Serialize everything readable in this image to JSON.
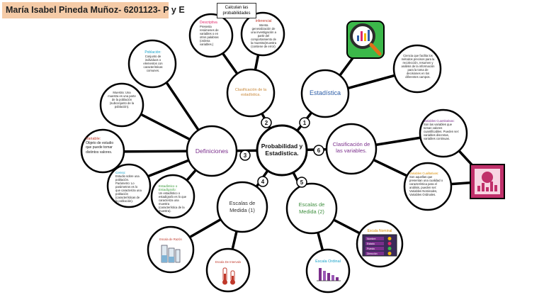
{
  "header": {
    "title": "María Isabel Pineda Muñoz- 6201123- P y E"
  },
  "top_box": {
    "text": "Calculan las probabilidades"
  },
  "center": {
    "title": "Probabilidad y Estadística."
  },
  "branches": {
    "estadistica": {
      "label": "Estadística",
      "num": "1",
      "color": "#2e5fa8"
    },
    "clasificacion_estadistica": {
      "label": "Clasificación de la estadística.",
      "num": "2",
      "color": "#c8883a"
    },
    "definiciones": {
      "label": "Definiciones",
      "num": "3",
      "color": "#7b2f8c"
    },
    "escalas1": {
      "label": "Escalas de Medida (1)",
      "num": "4",
      "color": "#333333"
    },
    "escalas2": {
      "label": "Escalas de Medida (2)",
      "num": "5",
      "color": "#3f8f3f"
    },
    "clasificacion_variables": {
      "label": "Clasificación de las variables.",
      "num": "6",
      "color": "#7b2f8c"
    }
  },
  "notes": {
    "estadistica_def": "Ciencia que facilita los métodos precisos para la recolección, resumen y análisis de la información para la toma de decisiones en los diferentes campos.",
    "descriptiva_title": "Descriptiva",
    "descriptiva_text": "Presenta resúmenes de variables o en otros palabras (ordena variables.)",
    "inferencial_title": "Inferencial",
    "inferencial_text": "Intenta generalización de una investigación a partir del comportamiento de la muestra(muestra (contiene de error).",
    "poblacion_title": "Población:",
    "poblacion_text": "Conjunto de individuos o elementos con características comunes.",
    "muestra_text": "Muestra: Una muestra es una parte de la población (subconjunto de la población).",
    "variable_title": "Variable:",
    "variable_text": "Objeto de estudio que puede tomar distintos valores.",
    "censo_title": "Censo:",
    "censo_text": "Estudio sobre una población. Parámetro: Lo parámetros es lo que caracteriza una población (características de la población).",
    "estadistico_title": "Estadístico o Estadígrafo:",
    "estadistico_text": "Un estadístico o estadígrafo es lo que caracteriza una muestra (característica de la muestra).",
    "var_cuant_title": "Variables Cuantitativas:",
    "var_cuant_text": "Son las variables que toman valores cuantificables. Pueden ser: variables discretas, variables continuas.",
    "var_cual_title": "Variables Cualitativas:",
    "var_cual_text": "Son aquellas que presentan una cualidad o característica para el análisis, pueden ser: Variables Nominales, Variables Ordinales.",
    "escala_razon": "Escala de Razón",
    "escala_intervalo": "Escala De Intervalo",
    "escala_ordinal": "Escala Ordinal",
    "escala_nominal": "Escala Nominal"
  },
  "nominal_rows": [
    "Nombre",
    "Estado",
    "Puesto",
    "Dirección"
  ],
  "colors": {
    "header_bg": "#f5cba7",
    "note_title_pink": "#e0286a",
    "note_title_red": "#c0392b",
    "note_title_cyan": "#18a2c9",
    "note_title_green": "#3a9a3a",
    "note_title_purple": "#7b2f8c",
    "note_title_orange": "#d98c00",
    "stat_icon_bg": "#3cb84a",
    "var_icon_bg": "#c0306a"
  }
}
